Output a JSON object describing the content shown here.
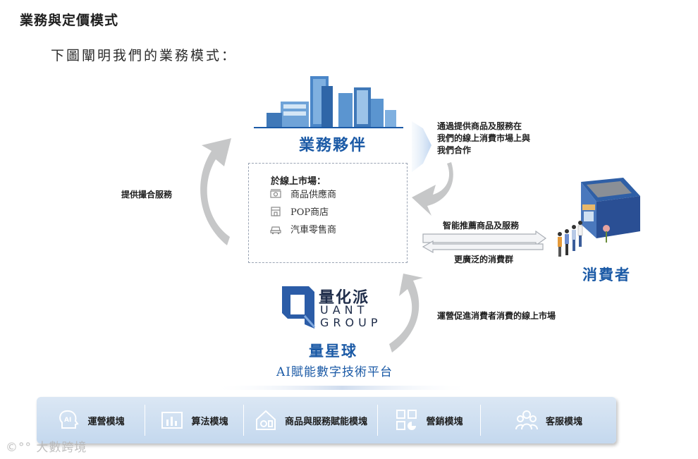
{
  "header": {
    "section_title": "業務與定價模式",
    "intro": "下圖闡明我們的業務模式："
  },
  "partner": {
    "label": "業務夥伴",
    "market_title": "於線上市場：",
    "market_items": [
      "商品供應商",
      "POP商店",
      "汽車零售商"
    ]
  },
  "flows": {
    "matchmaking": "提供撮合服務",
    "cooperate": [
      "通過提供商品及服務在",
      "我們的線上消費市場上與",
      "我們合作"
    ],
    "recommend": "智能推薦商品及服務",
    "wider_group": "更廣泛的消費群",
    "operate_market": "運營促進消費者消費的線上市場"
  },
  "consumer": {
    "label": "消費者"
  },
  "platform": {
    "logo_cn": "量化派",
    "logo_en_line1": "UANT",
    "logo_en_line2": "GROUP",
    "name": "量星球",
    "description": "AI賦能數字技術平台"
  },
  "modules": [
    {
      "label": "運營模塊",
      "icon": "ai-head-icon"
    },
    {
      "label": "算法模塊",
      "icon": "bar-chart-icon"
    },
    {
      "label": "商品與服務賦能模塊",
      "icon": "house-gear-icon"
    },
    {
      "label": "營銷模塊",
      "icon": "grid-pie-icon"
    },
    {
      "label": "客服模塊",
      "icon": "people-icon"
    }
  ],
  "watermark": "大數跨境",
  "colors": {
    "brand_blue": "#1b5aa6",
    "arrow_gray": "#c7c8c9",
    "module_bg": "#cfdff0"
  }
}
